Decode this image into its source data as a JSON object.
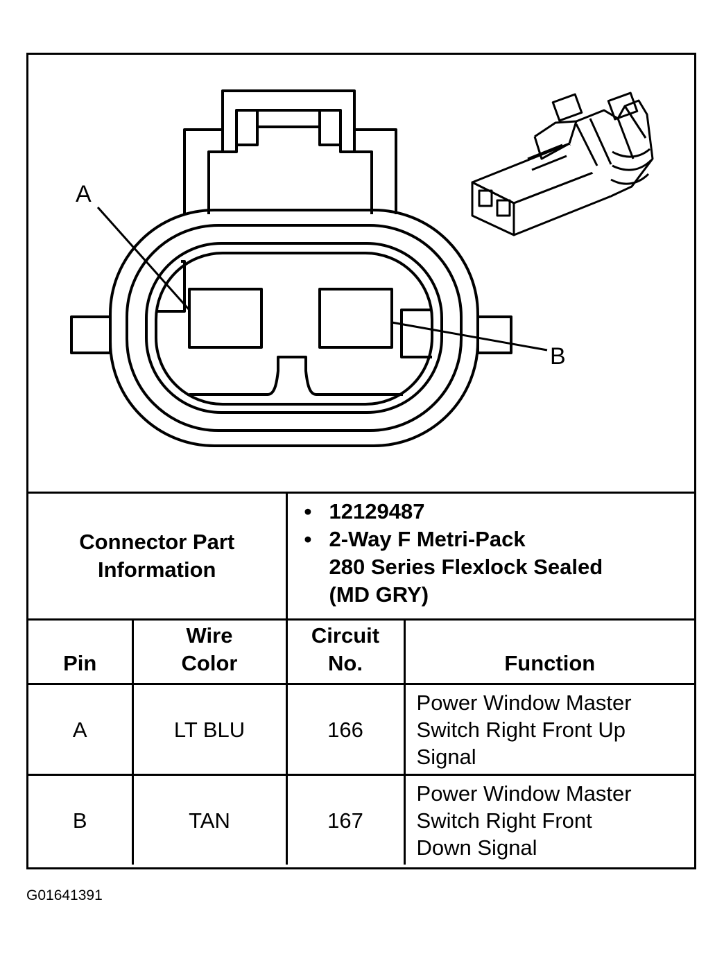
{
  "diagram": {
    "pin_labels": [
      "A",
      "B"
    ]
  },
  "connector_info": {
    "label": "Connector Part\nInformation",
    "items": [
      "12129487",
      "2-Way F Metri-Pack\n280 Series Flexlock Sealed\n(MD GRY)"
    ]
  },
  "table": {
    "headers": {
      "pin": "Pin",
      "wire_color": "Wire\nColor",
      "circuit": "Circuit\nNo.",
      "function": "Function"
    },
    "rows": [
      {
        "pin": "A",
        "wire_color": "LT BLU",
        "circuit": "166",
        "function": "Power Window Master\nSwitch Right Front Up\nSignal"
      },
      {
        "pin": "B",
        "wire_color": "TAN",
        "circuit": "167",
        "function": "Power Window Master\nSwitch Right Front\nDown Signal"
      }
    ]
  },
  "figure_id": "G01641391"
}
